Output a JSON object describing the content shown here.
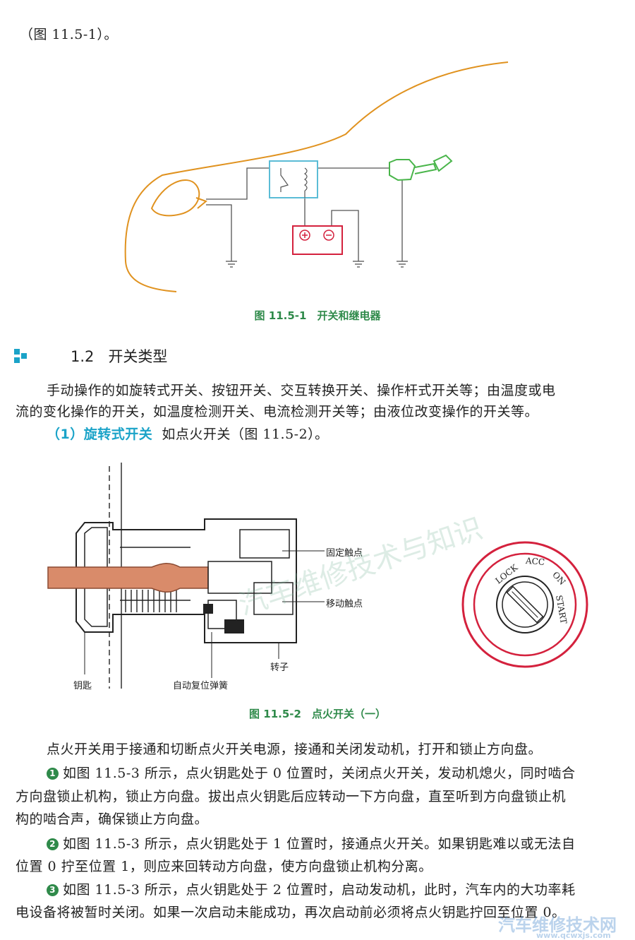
{
  "top_ref": "（图 11.5-1）。",
  "figure1": {
    "caption": "图 11.5-1　开关和继电器"
  },
  "section": {
    "number": "1.2",
    "title": "开关类型"
  },
  "para1_line1": "手动操作的如旋转式开关、按钮开关、交互转换开关、操作杆式开关等；由温度或电",
  "para1_line2": "流的变化操作的开关，如温度检测开关、电流检测开关等；由液位改变操作的开关等。",
  "item1": {
    "heading": "（1）旋转式开关",
    "text": "如点火开关（图 11.5-2）。"
  },
  "figure2": {
    "caption": "图 11.5-2　点火开关（一）",
    "labels": {
      "fixed_contact": "固定触点",
      "moving_contact": "移动触点",
      "rotor": "转子",
      "key": "钥匙",
      "return_spring": "自动复位弹簧"
    },
    "dial": {
      "lock": "LOCK",
      "acc": "ACC",
      "on": "ON",
      "start": "START"
    }
  },
  "watermark_text": "汽车维修技术与知识",
  "para2": "点火开关用于接通和切断点火开关电源，接通和关闭发动机，打开和锁止方向盘。",
  "points": [
    {
      "badge": "1",
      "line1": "如图 11.5-3 所示，点火钥匙处于 0 位置时，关闭点火开关，发动机熄火，同时啮合",
      "line2": "方向盘锁止机构，锁止方向盘。拔出点火钥匙后应转动一下方向盘，直至听到方向盘锁止机",
      "line3": "构的啮合声，确保锁止方向盘。"
    },
    {
      "badge": "2",
      "line1": "如图 11.5-3 所示，点火钥匙处于 1 位置时，接通点火开关。如果钥匙难以或无法自",
      "line2": "位置 0 拧至位置 1，则应来回转动方向盘，使方向盘锁止机构分离。"
    },
    {
      "badge": "3",
      "line1": "如图 11.5-3 所示，点火钥匙处于 2 位置时，启动发动机，此时，汽车内的大功率耗",
      "line2": "电设备将被暂时关闭。如果一次启动未能成功，再次启动前必须将点火钥匙拧回至位置 0。"
    }
  ],
  "corner_watermark": {
    "title": "汽车维修技术网",
    "url": "www.qcwxjs.com"
  },
  "colors": {
    "caption_green": "#2f8a4a",
    "heading_cyan": "#1aa3c8",
    "car_orange": "#e0921f",
    "battery_red": "#d4213d",
    "relay_cyan": "#5bbcd6",
    "switch_green": "#49b54a",
    "key_copper": "#d98b6a"
  }
}
